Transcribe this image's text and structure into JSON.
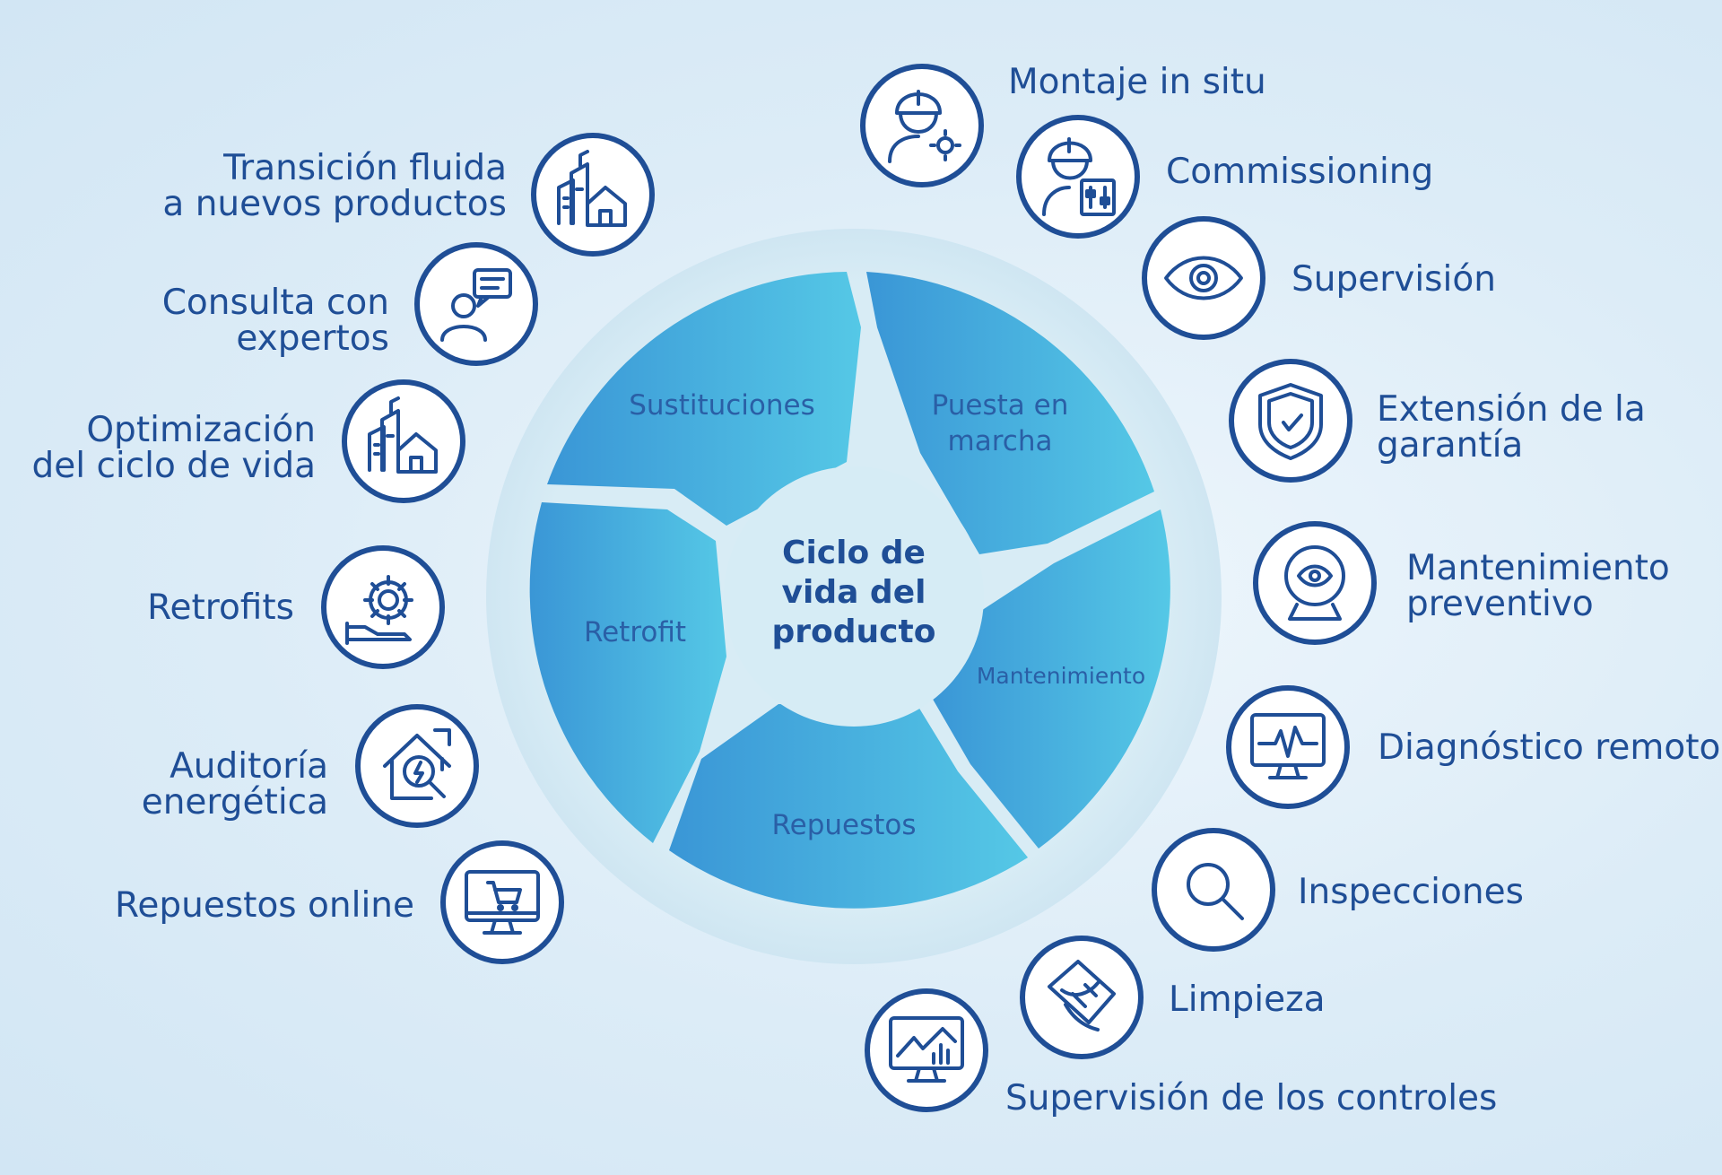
{
  "center": {
    "title": [
      "Ciclo de",
      "vida del",
      "producto"
    ]
  },
  "segments": [
    {
      "label": [
        "Sustituciones"
      ]
    },
    {
      "label": [
        "Puesta en",
        "marcha"
      ]
    },
    {
      "label": [
        "Mantenimiento"
      ]
    },
    {
      "label": [
        "Repuestos"
      ]
    },
    {
      "label": [
        "Retrofit"
      ]
    }
  ],
  "left_services": [
    {
      "label": "Transición fluida\na nuevos productos",
      "icon": "buildings-house-icon"
    },
    {
      "label": "Consulta con expertos",
      "icon": "expert-chat-icon"
    },
    {
      "label": "Optimización\ndel ciclo de vida",
      "icon": "buildings-house-icon"
    },
    {
      "label": "Retrofits",
      "icon": "gear-hand-icon"
    },
    {
      "label": "Auditoría energética",
      "icon": "energy-house-search-icon"
    },
    {
      "label": "Repuestos online",
      "icon": "cart-monitor-icon"
    }
  ],
  "right_services": [
    {
      "label": "Montaje in situ",
      "icon": "worker-gear-icon"
    },
    {
      "label": "Commissioning",
      "icon": "worker-panel-icon"
    },
    {
      "label": "Supervisión",
      "icon": "eye-icon"
    },
    {
      "label": "Extensión de la\ngarantía",
      "icon": "shield-check-icon"
    },
    {
      "label": "Mantenimiento\npreventivo",
      "icon": "webcam-eye-icon"
    },
    {
      "label": "Diagnóstico remoto",
      "icon": "monitor-pulse-icon"
    },
    {
      "label": "Inspecciones",
      "icon": "magnifier-icon"
    },
    {
      "label": "Limpieza",
      "icon": "cleaning-hand-icon"
    },
    {
      "label": "Supervisión de los controles",
      "icon": "monitor-chart-icon"
    }
  ],
  "colors": {
    "primary": "#1f4e96",
    "segment_light": "#53c6e6",
    "segment_dark": "#3a9ad8",
    "ring": "#d2e8f3"
  }
}
